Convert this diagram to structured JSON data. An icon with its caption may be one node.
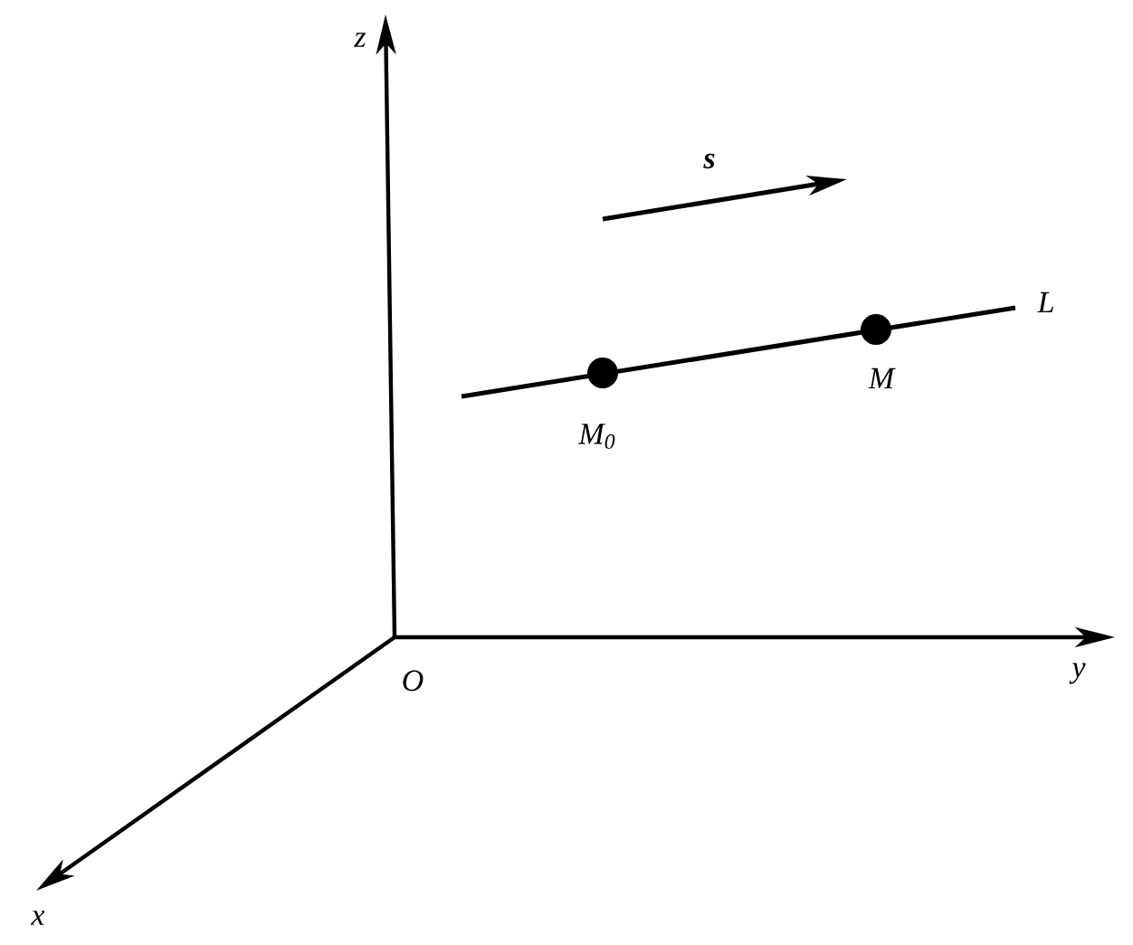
{
  "diagram": {
    "nodes": [
      {
        "text": [],
        "shape": "circle",
        "beside": [
          "M$_{0}$"
        ]
      },
      {
        "text": [],
        "shape": "circle",
        "beside": [
          "M"
        ]
      }
    ],
    "labels": [
      "z",
      "s",
      "L",
      "O",
      "y",
      "x"
    ]
  }
}
